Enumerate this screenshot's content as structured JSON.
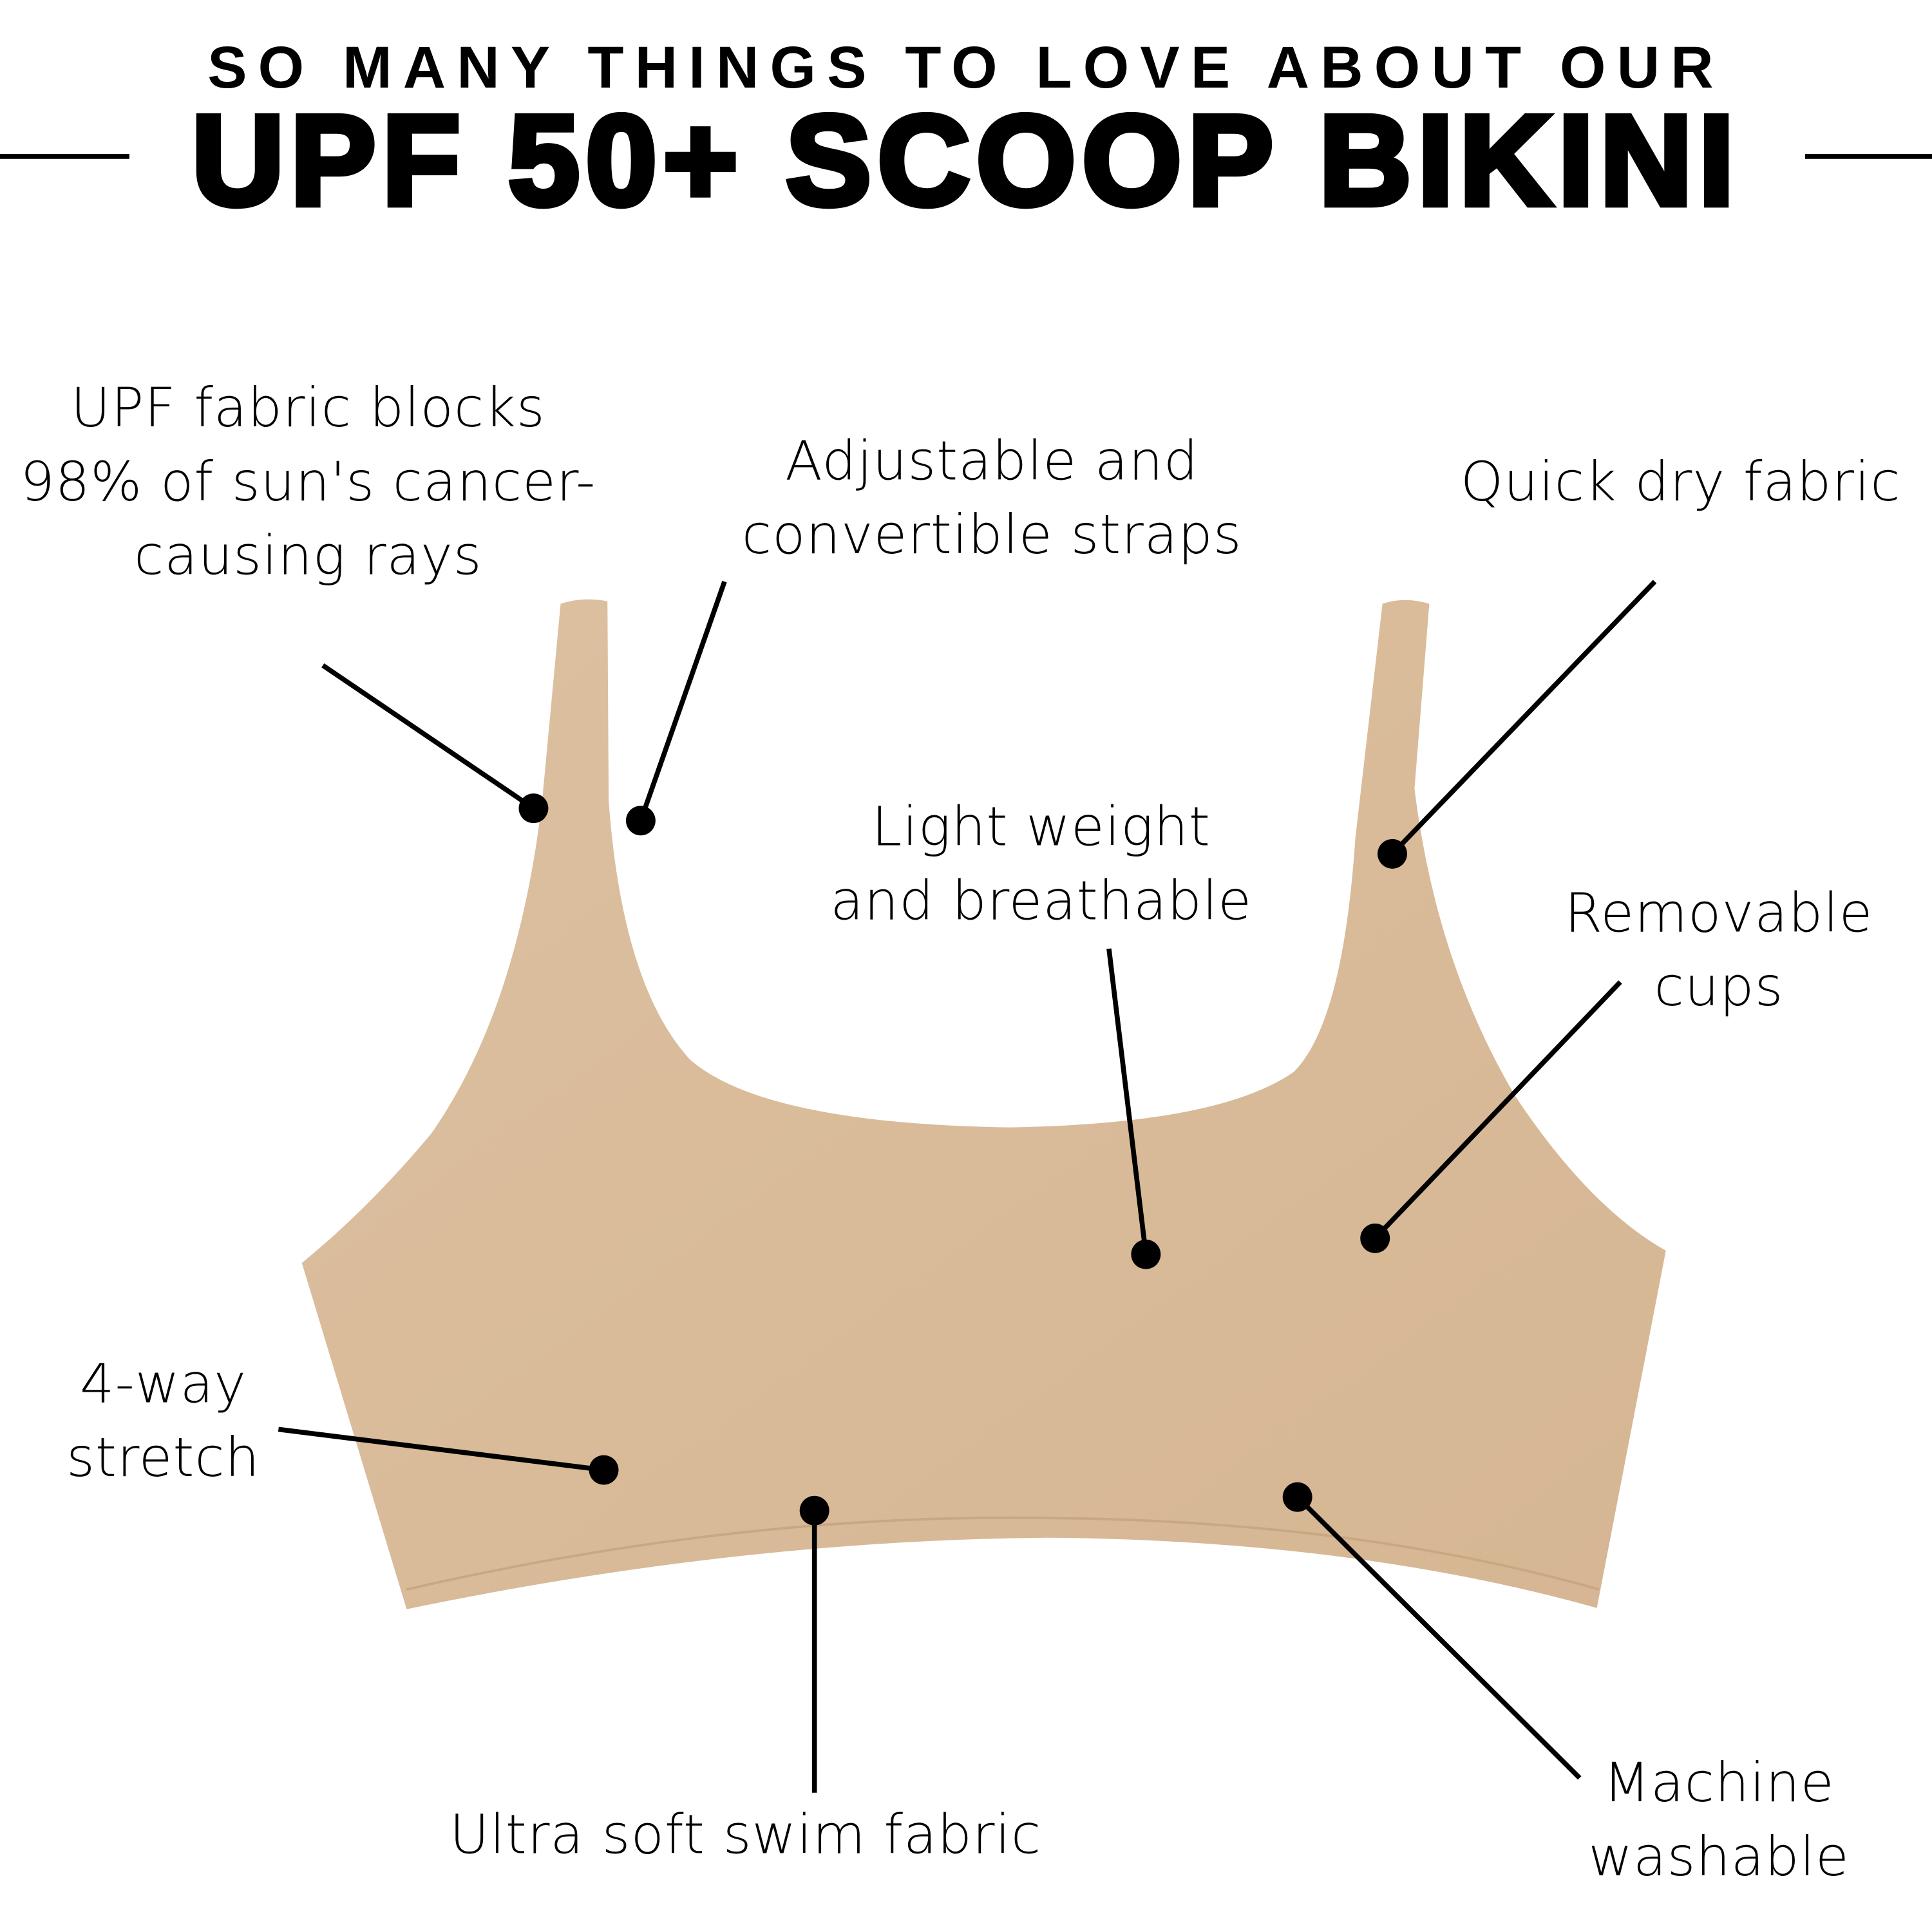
{
  "header": {
    "subtitle": "SO MANY THINGS TO LOVE ABOUT OUR",
    "title": "UPF 50+ SCOOP BIKINI"
  },
  "colors": {
    "fabric": "#dcbb98",
    "ink": "#000000"
  },
  "features": {
    "upf": "UPF fabric blocks\n98% of sun's cancer-\ncausing rays",
    "straps": "Adjustable and\nconvertible straps",
    "quick_dry": "Quick dry fabric",
    "light": "Light weight\nand breathable",
    "cups": "Removable\ncups",
    "stretch": "4-way\nstretch",
    "soft": "Ultra soft swim fabric",
    "washable": "Machine\nwashable"
  }
}
